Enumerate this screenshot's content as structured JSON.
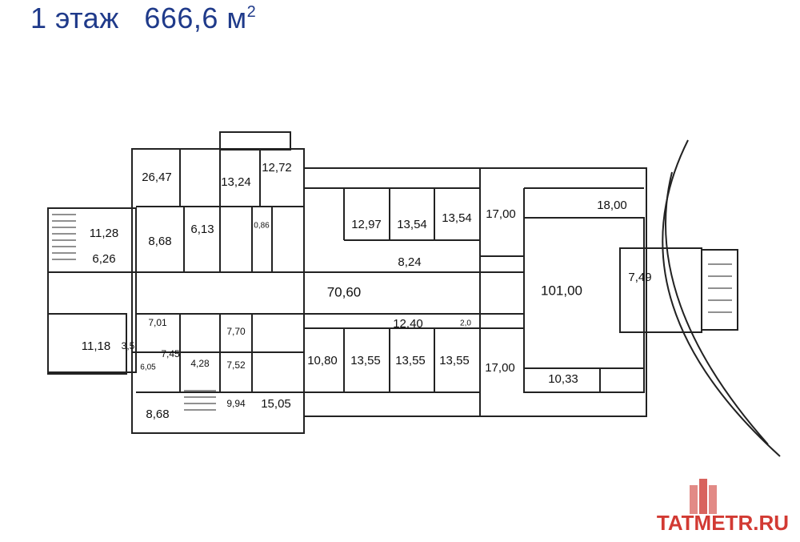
{
  "title": {
    "floor": "1 этаж",
    "area": "666,6 м",
    "area_sup": "2"
  },
  "rooms": [
    {
      "id": "r1",
      "area": "26,47"
    },
    {
      "id": "r2",
      "area": "13,24"
    },
    {
      "id": "r3",
      "area": "12,72"
    },
    {
      "id": "r4",
      "area": "11,28"
    },
    {
      "id": "r5",
      "area": "8,68"
    },
    {
      "id": "r6",
      "area": "6,13"
    },
    {
      "id": "r7",
      "area": "0,86"
    },
    {
      "id": "r8",
      "area": "12,97"
    },
    {
      "id": "r9",
      "area": "13,54"
    },
    {
      "id": "r10",
      "area": "13,54"
    },
    {
      "id": "r11",
      "area": "17,00"
    },
    {
      "id": "r12",
      "area": "18,00"
    },
    {
      "id": "r13",
      "area": "6,26"
    },
    {
      "id": "r14",
      "area": "8,24"
    },
    {
      "id": "r15",
      "area": "70,60"
    },
    {
      "id": "r16",
      "area": "101,00"
    },
    {
      "id": "r17",
      "area": "7,49"
    },
    {
      "id": "r18",
      "area": "11,18"
    },
    {
      "id": "r19",
      "area": "3,5"
    },
    {
      "id": "r20",
      "area": "7,01"
    },
    {
      "id": "r21",
      "area": "7,45"
    },
    {
      "id": "r22",
      "area": "6,05"
    },
    {
      "id": "r23",
      "area": "4,28"
    },
    {
      "id": "r24",
      "area": "7,70"
    },
    {
      "id": "r25",
      "area": "7,52"
    },
    {
      "id": "r26",
      "area": "12,40"
    },
    {
      "id": "r27",
      "area": "2,0"
    },
    {
      "id": "r28",
      "area": "10,80"
    },
    {
      "id": "r29",
      "area": "13,55"
    },
    {
      "id": "r30",
      "area": "13,55"
    },
    {
      "id": "r31",
      "area": "13,55"
    },
    {
      "id": "r32",
      "area": "17,00"
    },
    {
      "id": "r33",
      "area": "10,33"
    },
    {
      "id": "r34",
      "area": "8,68"
    },
    {
      "id": "r35",
      "area": "9,94"
    },
    {
      "id": "r36",
      "area": "15,05"
    }
  ],
  "watermark": "TATMETR.RU",
  "colors": {
    "title": "#1f3a8a",
    "walls": "#222222",
    "watermark": "#d23a33"
  }
}
